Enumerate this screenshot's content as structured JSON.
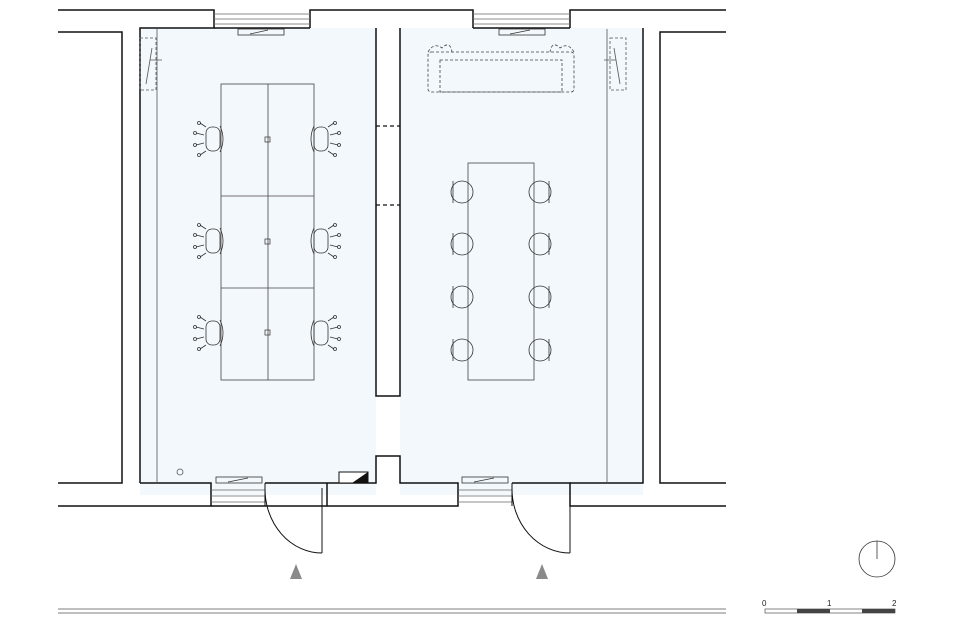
{
  "colors": {
    "wall": "#111111",
    "floor": "#f3f8fc",
    "furniture": "#444444",
    "entry_arrow": "#8a8a8a"
  },
  "icons": {
    "north": "north-arrow-icon",
    "entry": "entry-arrow-icon"
  },
  "scale_bar": {
    "labels": [
      "0",
      "1",
      "2"
    ]
  },
  "rooms": {
    "left": {
      "desks": 6,
      "chairs": 6
    },
    "right": {
      "table_chairs": 8,
      "sofa": 1
    }
  }
}
